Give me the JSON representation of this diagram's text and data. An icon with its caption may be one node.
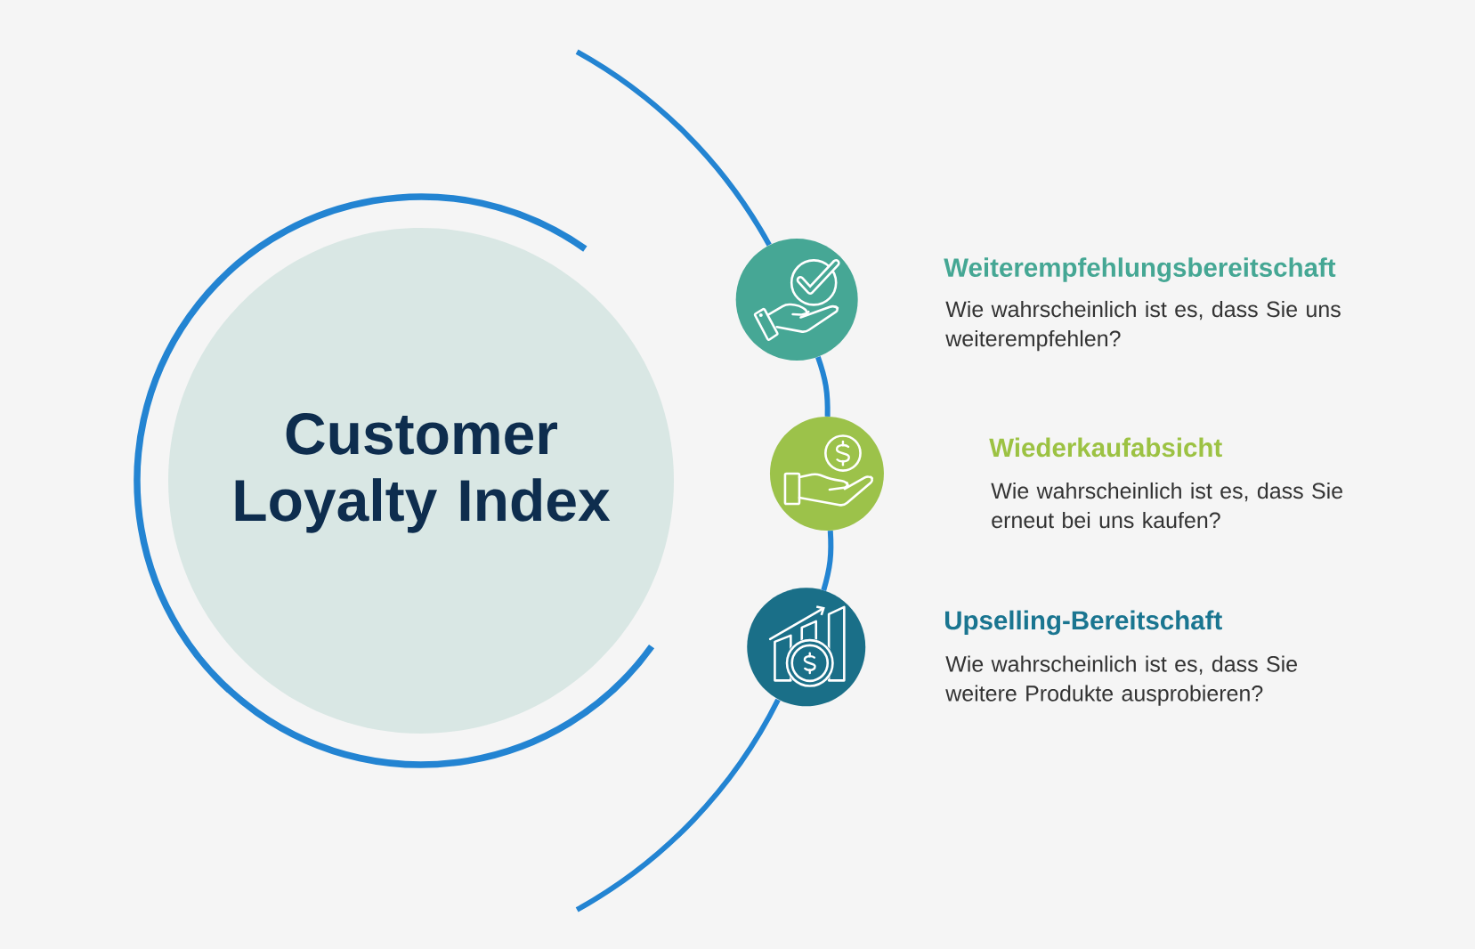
{
  "diagram": {
    "nodes": [
      {
        "text": [
          "Customer Loyalty Index"
        ]
      },
      {
        "text": [],
        "shape": "circle",
        "beside": [
          "Weiterempfehlungsbereitschaft",
          "Wie wahrscheinlich ist es, dass Sie uns weiterempfehlen?"
        ]
      },
      {
        "text": [],
        "shape": "circle",
        "beside": [
          "Wiederkaufabsicht",
          "Wie wahrscheinlich ist es, dass Sie erneut bei uns kaufen?"
        ]
      },
      {
        "text": [],
        "shape": "circle",
        "beside": [
          "Upselling-Bereitschaft",
          "Wie wahrscheinlich ist es, dass Sie weitere Produkte ausprobieren?"
        ]
      }
    ],
    "edges": [
      {
        "from": 1,
        "to": 2,
        "arrow": "none"
      },
      {
        "from": 2,
        "to": 3,
        "arrow": "none"
      }
    ]
  }
}
